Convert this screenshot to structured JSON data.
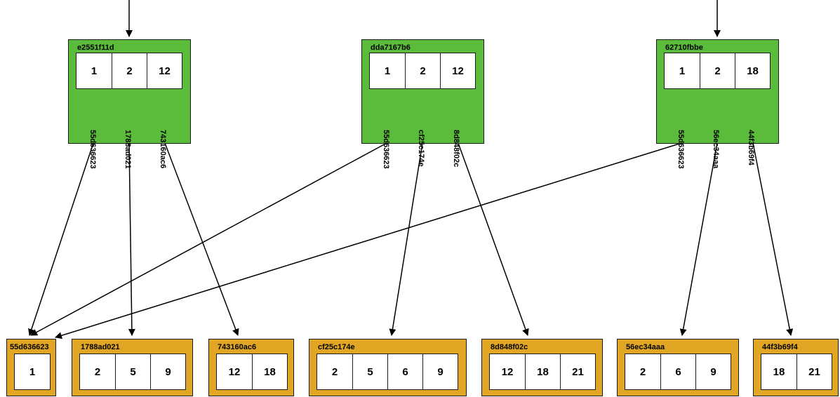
{
  "colors": {
    "internal_fill": "#5bbc3c",
    "leaf_fill": "#e0a624",
    "stroke": "#1c1c1c",
    "cell_fill": "#ffffff"
  },
  "internal_nodes": [
    {
      "id": "e2551f11d",
      "keys": [
        "1",
        "2",
        "12"
      ],
      "pointers": [
        "55d636623",
        "1788ad021",
        "743160ac6"
      ]
    },
    {
      "id": "dda7167b6",
      "keys": [
        "1",
        "2",
        "12"
      ],
      "pointers": [
        "55d636623",
        "cf25c174e",
        "8d848f02c"
      ]
    },
    {
      "id": "62710fbbe",
      "keys": [
        "1",
        "2",
        "18"
      ],
      "pointers": [
        "55d636623",
        "56ec34aaa",
        "44f3b69f4"
      ]
    }
  ],
  "leaf_nodes": [
    {
      "id": "55d636623",
      "keys": [
        "1"
      ]
    },
    {
      "id": "1788ad021",
      "keys": [
        "2",
        "5",
        "9"
      ]
    },
    {
      "id": "743160ac6",
      "keys": [
        "12",
        "18"
      ]
    },
    {
      "id": "cf25c174e",
      "keys": [
        "2",
        "5",
        "6",
        "9"
      ]
    },
    {
      "id": "8d848f02c",
      "keys": [
        "12",
        "18",
        "21"
      ]
    },
    {
      "id": "56ec34aaa",
      "keys": [
        "2",
        "6",
        "9"
      ]
    },
    {
      "id": "44f3b69f4",
      "keys": [
        "18",
        "21"
      ]
    }
  ],
  "edges": [
    {
      "from": "e2551f11d",
      "pointer": 0,
      "to": "55d636623"
    },
    {
      "from": "e2551f11d",
      "pointer": 1,
      "to": "1788ad021"
    },
    {
      "from": "e2551f11d",
      "pointer": 2,
      "to": "743160ac6"
    },
    {
      "from": "dda7167b6",
      "pointer": 0,
      "to": "55d636623"
    },
    {
      "from": "dda7167b6",
      "pointer": 1,
      "to": "cf25c174e"
    },
    {
      "from": "dda7167b6",
      "pointer": 2,
      "to": "8d848f02c"
    },
    {
      "from": "62710fbbe",
      "pointer": 0,
      "to": "55d636623"
    },
    {
      "from": "62710fbbe",
      "pointer": 1,
      "to": "56ec34aaa"
    },
    {
      "from": "62710fbbe",
      "pointer": 2,
      "to": "44f3b69f4"
    }
  ],
  "incoming_arrows": [
    "e2551f11d",
    "62710fbbe"
  ]
}
